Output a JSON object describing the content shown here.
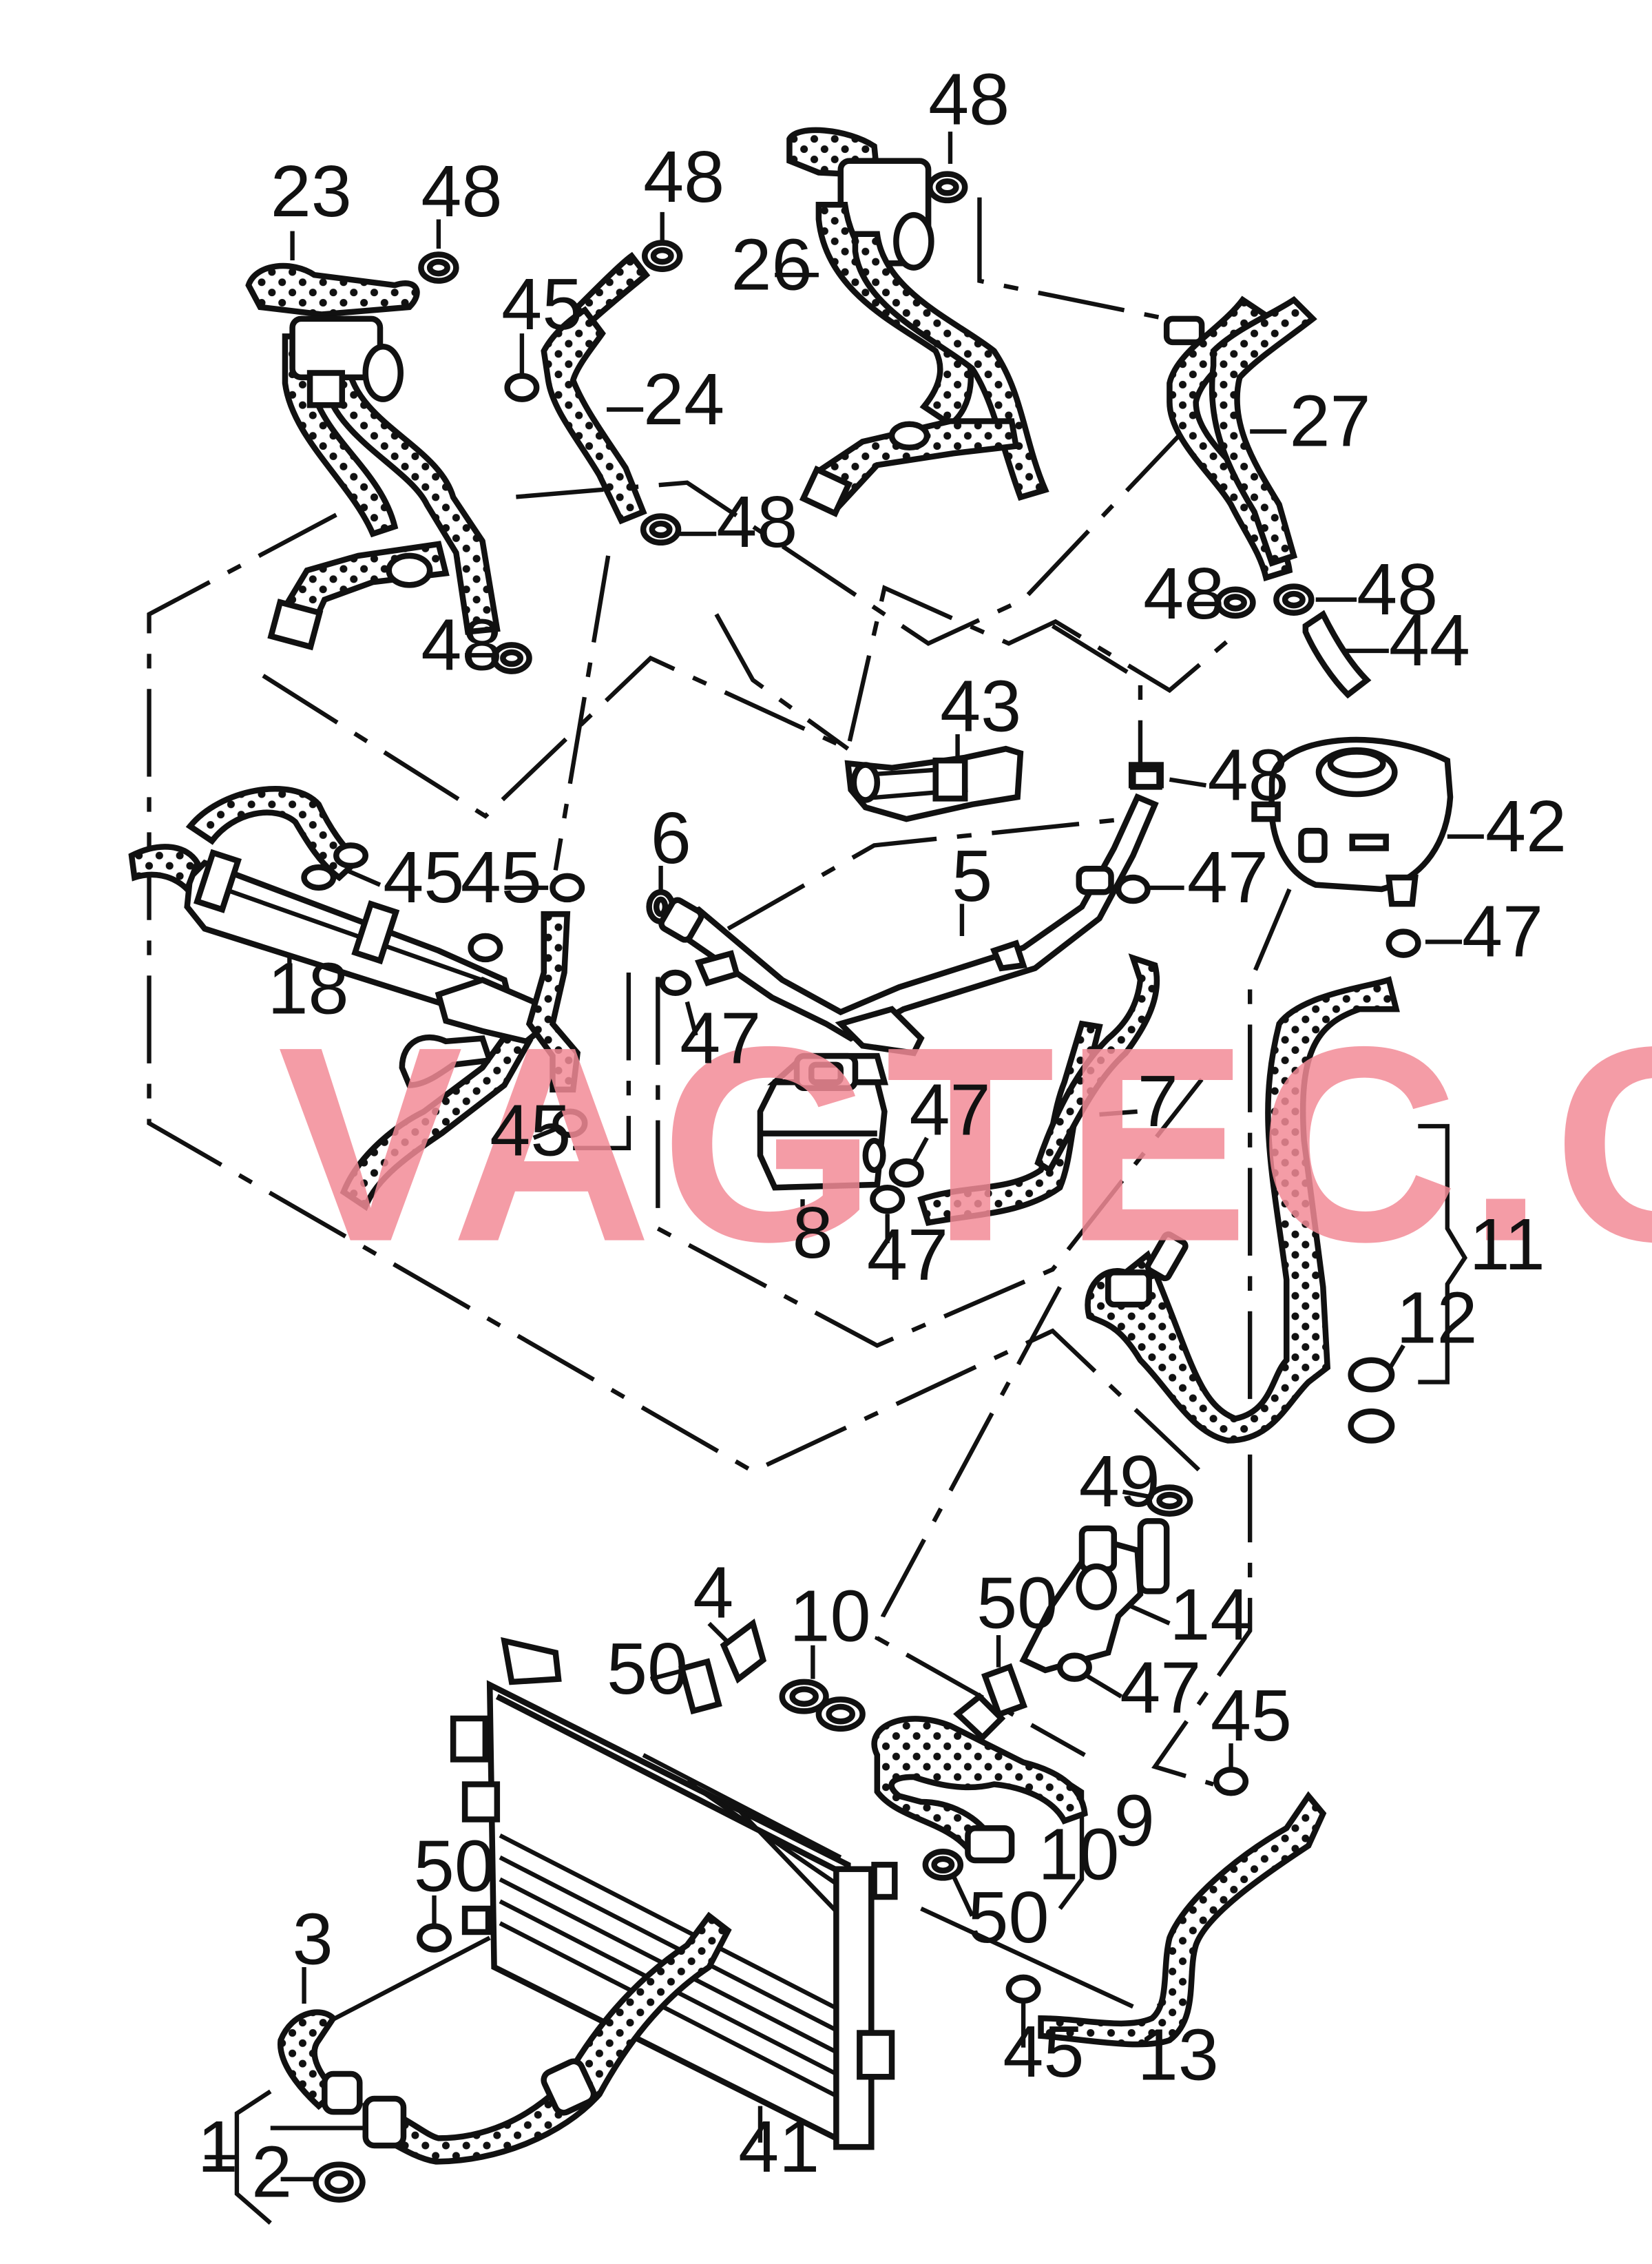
{
  "watermark": {
    "text": "VAGTEC.COM.UA",
    "color": "#f28b96"
  },
  "callouts": [
    {
      "id": "c23",
      "text": "23"
    },
    {
      "id": "c48a",
      "text": "48"
    },
    {
      "id": "c48b",
      "text": "48"
    },
    {
      "id": "c48c",
      "text": "48"
    },
    {
      "id": "c45a",
      "text": "45"
    },
    {
      "id": "c24",
      "text": "24"
    },
    {
      "id": "c26",
      "text": "26"
    },
    {
      "id": "c27",
      "text": "27"
    },
    {
      "id": "c48d",
      "text": "48"
    },
    {
      "id": "c48e",
      "text": "48"
    },
    {
      "id": "c48f",
      "text": "48"
    },
    {
      "id": "c48g",
      "text": "48"
    },
    {
      "id": "c44",
      "text": "44"
    },
    {
      "id": "c43",
      "text": "43"
    },
    {
      "id": "c48h",
      "text": "48"
    },
    {
      "id": "c42",
      "text": "42"
    },
    {
      "id": "c6",
      "text": "6"
    },
    {
      "id": "c5",
      "text": "5"
    },
    {
      "id": "c47a",
      "text": "47"
    },
    {
      "id": "c47b",
      "text": "47"
    },
    {
      "id": "c45b",
      "text": "45"
    },
    {
      "id": "c45c",
      "text": "45"
    },
    {
      "id": "c18",
      "text": "18"
    },
    {
      "id": "c47c",
      "text": "47"
    },
    {
      "id": "c45d",
      "text": "45"
    },
    {
      "id": "c7",
      "text": "7"
    },
    {
      "id": "c47d",
      "text": "47"
    },
    {
      "id": "c8",
      "text": "8"
    },
    {
      "id": "c47e",
      "text": "47"
    },
    {
      "id": "c11",
      "text": "11"
    },
    {
      "id": "c12",
      "text": "12"
    },
    {
      "id": "c49",
      "text": "49"
    },
    {
      "id": "c4",
      "text": "4"
    },
    {
      "id": "c10a",
      "text": "10"
    },
    {
      "id": "c50a",
      "text": "50"
    },
    {
      "id": "c50b",
      "text": "50"
    },
    {
      "id": "c14",
      "text": "14"
    },
    {
      "id": "c47f",
      "text": "47"
    },
    {
      "id": "c45e",
      "text": "45"
    },
    {
      "id": "c9",
      "text": "9"
    },
    {
      "id": "c10b",
      "text": "10"
    },
    {
      "id": "c50c",
      "text": "50"
    },
    {
      "id": "c50d",
      "text": "50"
    },
    {
      "id": "c3",
      "text": "3"
    },
    {
      "id": "c45f",
      "text": "45"
    },
    {
      "id": "c13",
      "text": "13"
    },
    {
      "id": "c1",
      "text": "1"
    },
    {
      "id": "c2",
      "text": "2"
    },
    {
      "id": "c41",
      "text": "41"
    }
  ]
}
